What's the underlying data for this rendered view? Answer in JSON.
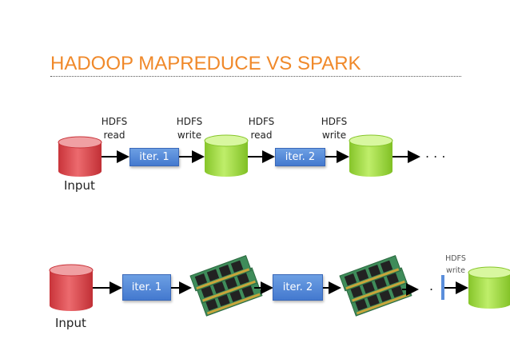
{
  "title": "HADOOP MAPREDUCE VS SPARK",
  "mapreduce": {
    "input_label": "Input",
    "labels": [
      {
        "line1": "HDFS",
        "line2": "read"
      },
      {
        "line1": "HDFS",
        "line2": "write"
      },
      {
        "line1": "HDFS",
        "line2": "read"
      },
      {
        "line1": "HDFS",
        "line2": "write"
      }
    ],
    "iter1": "iter. 1",
    "iter2": "iter. 2",
    "ellipsis": ". . ."
  },
  "spark": {
    "input_label": "Input",
    "iter1": "iter. 1",
    "iter2": "iter. 2",
    "ellipsis": ".",
    "write_label": {
      "line1": "HDFS",
      "line2": "write"
    }
  },
  "colors": {
    "title": "#F0892A",
    "input_disk": "#D9474B",
    "hdfs_disk": "#9BD63A",
    "iter_box": "#5A8EDB"
  }
}
